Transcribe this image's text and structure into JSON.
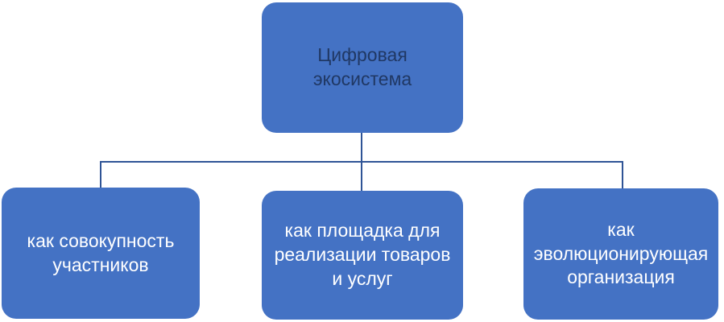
{
  "diagram": {
    "title": "Digital ecosystem hierarchy diagram",
    "root": {
      "label": "Цифровая\nэкосистема"
    },
    "children": [
      {
        "label": "как совокупность\nучастников"
      },
      {
        "label": "как площадка для\nреализации товаров\nи услуг"
      },
      {
        "label": "как\nэволюционирующая\nорганизация"
      }
    ],
    "colors": {
      "background": "#ffffff",
      "node_fill": "#4472C4",
      "root_text": "#203864",
      "child_text": "#ffffff",
      "connector": "#2F5496"
    }
  }
}
